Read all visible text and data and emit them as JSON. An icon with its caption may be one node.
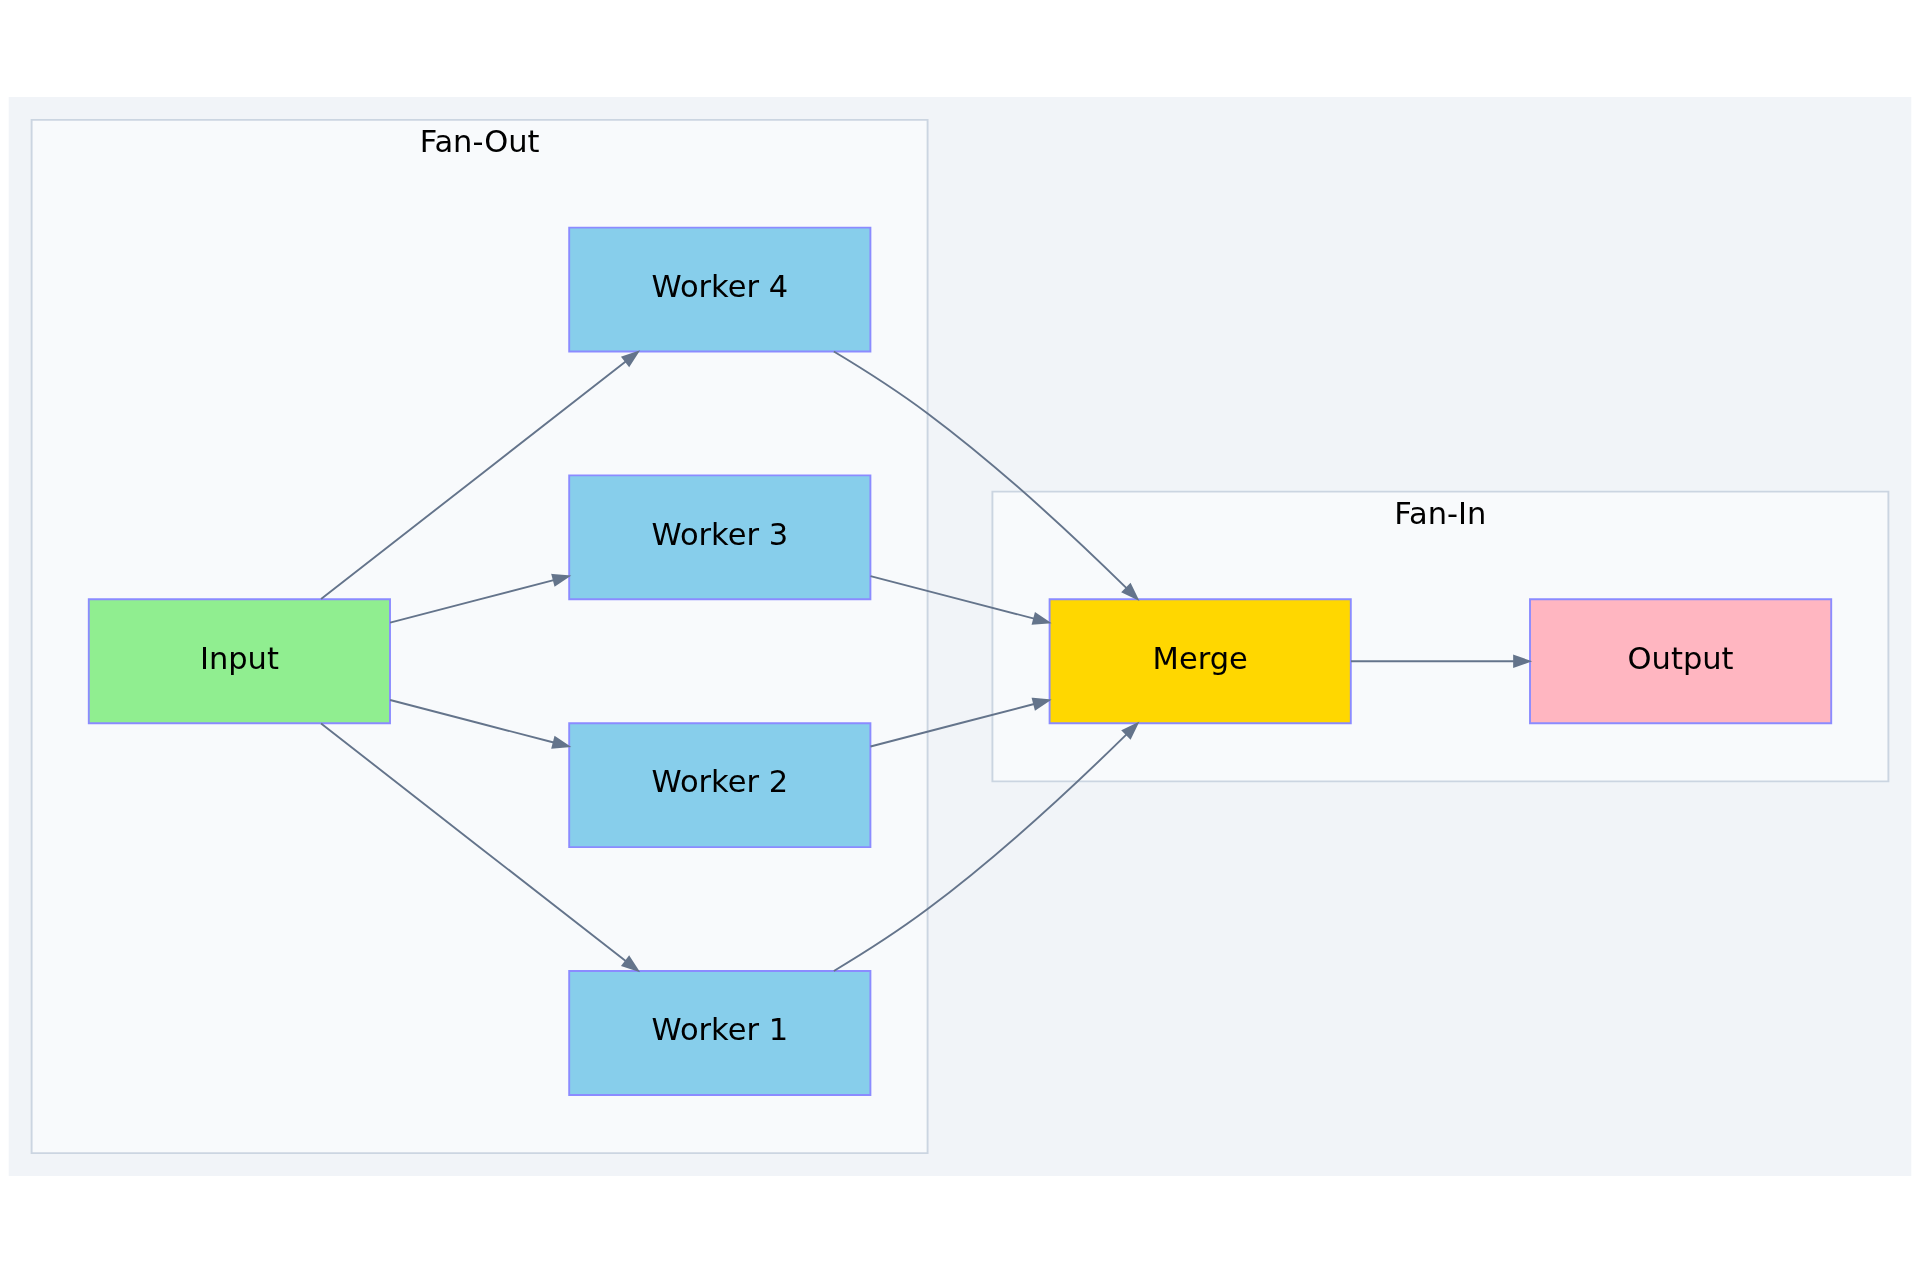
{
  "diagram": {
    "nodes": [
      {
        "text": [
          "Fan-Out"
        ]
      },
      {
        "text": [
          "Input"
        ],
        "in": 0
      },
      {
        "text": [
          "Worker 1"
        ],
        "in": 0
      },
      {
        "text": [
          "Worker 2"
        ],
        "in": 0
      },
      {
        "text": [
          "Worker 3"
        ],
        "in": 0
      },
      {
        "text": [
          "Worker 4"
        ],
        "in": 0
      },
      {
        "text": [
          "Fan-In"
        ]
      },
      {
        "text": [
          "Merge"
        ],
        "in": 6
      },
      {
        "text": [
          "Output"
        ],
        "in": 6
      }
    ],
    "edges": [
      {
        "from": 1,
        "to": 2,
        "arrow": "to"
      },
      {
        "from": 1,
        "to": 3,
        "arrow": "to"
      },
      {
        "from": 1,
        "to": 4,
        "arrow": "to"
      },
      {
        "from": 1,
        "to": 5,
        "arrow": "to"
      },
      {
        "from": 2,
        "to": 7,
        "arrow": "to"
      },
      {
        "from": 3,
        "to": 7,
        "arrow": "to"
      },
      {
        "from": 4,
        "to": 7,
        "arrow": "to"
      },
      {
        "from": 5,
        "to": 7,
        "arrow": "to"
      },
      {
        "from": 7,
        "to": 8,
        "arrow": "to"
      }
    ]
  }
}
